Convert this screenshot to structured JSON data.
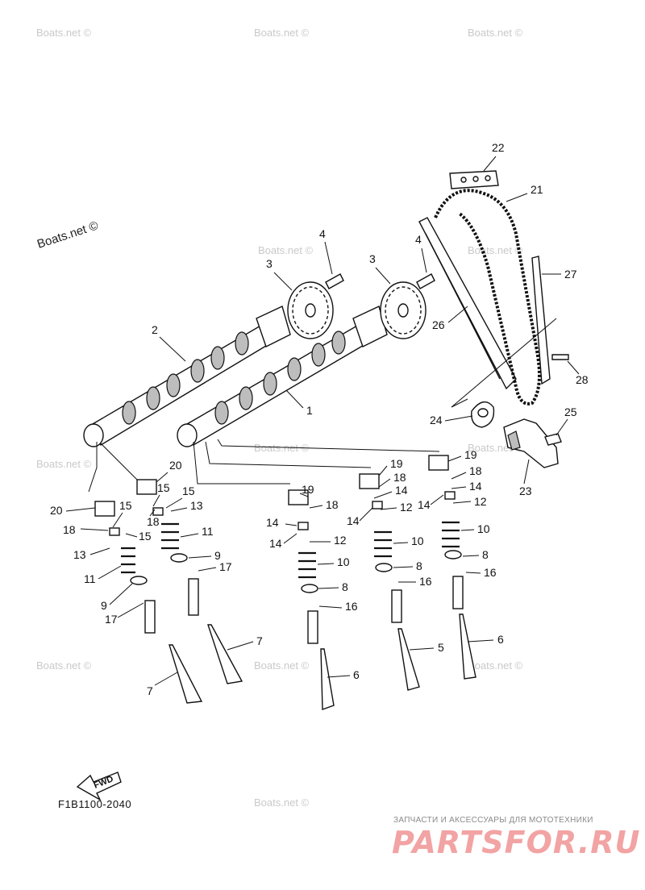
{
  "watermarks": [
    "Boats.net ©",
    "Boats.net ©",
    "Boats.net ©",
    "Boats.net ©",
    "Boats.net ©",
    "Boats.net ©",
    "Boats.net ©",
    "Boats.net ©",
    "Boats.net ©",
    "Boats.net ©",
    "Boats.net ©",
    "Boats.net ©",
    "Boats.net ©"
  ],
  "callouts": [
    "1",
    "2",
    "3",
    "3",
    "4",
    "4",
    "5",
    "6",
    "6",
    "7",
    "7",
    "8",
    "8",
    "8",
    "9",
    "9",
    "10",
    "10",
    "10",
    "11",
    "11",
    "12",
    "12",
    "12",
    "13",
    "13",
    "14",
    "14",
    "14",
    "14",
    "14",
    "14",
    "15",
    "15",
    "15",
    "15",
    "16",
    "16",
    "16",
    "17",
    "17",
    "18",
    "18",
    "18",
    "18",
    "18",
    "19",
    "19",
    "19",
    "20",
    "20",
    "21",
    "22",
    "23",
    "24",
    "25",
    "26",
    "27",
    "28"
  ],
  "fwd_label": "FWD",
  "diagram_code": "F1B1100-2040",
  "brand": {
    "tagline": "ЗАПЧАСТИ И АКСЕССУАРЫ ДЛЯ МОТОТЕХНИКИ",
    "name": "PARTSFOR.RU"
  }
}
